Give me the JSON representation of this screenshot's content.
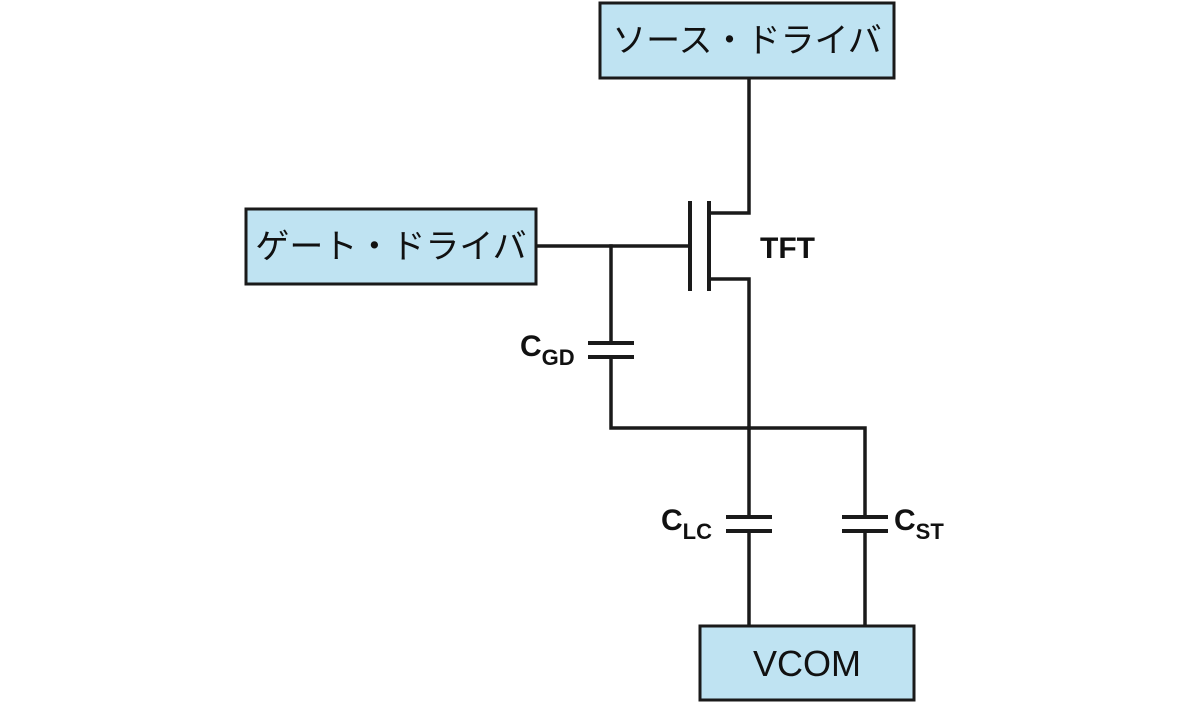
{
  "colors": {
    "box_fill": "#bfe3f2",
    "line": "#1a1a1a"
  },
  "boxes": {
    "source_driver": "ソース・ドライバ",
    "gate_driver": "ゲート・ドライバ",
    "vcom": "VCOM"
  },
  "labels": {
    "tft": "TFT",
    "c_gd": {
      "main": "C",
      "sub": "GD"
    },
    "c_lc": {
      "main": "C",
      "sub": "LC"
    },
    "c_st": {
      "main": "C",
      "sub": "ST"
    }
  }
}
